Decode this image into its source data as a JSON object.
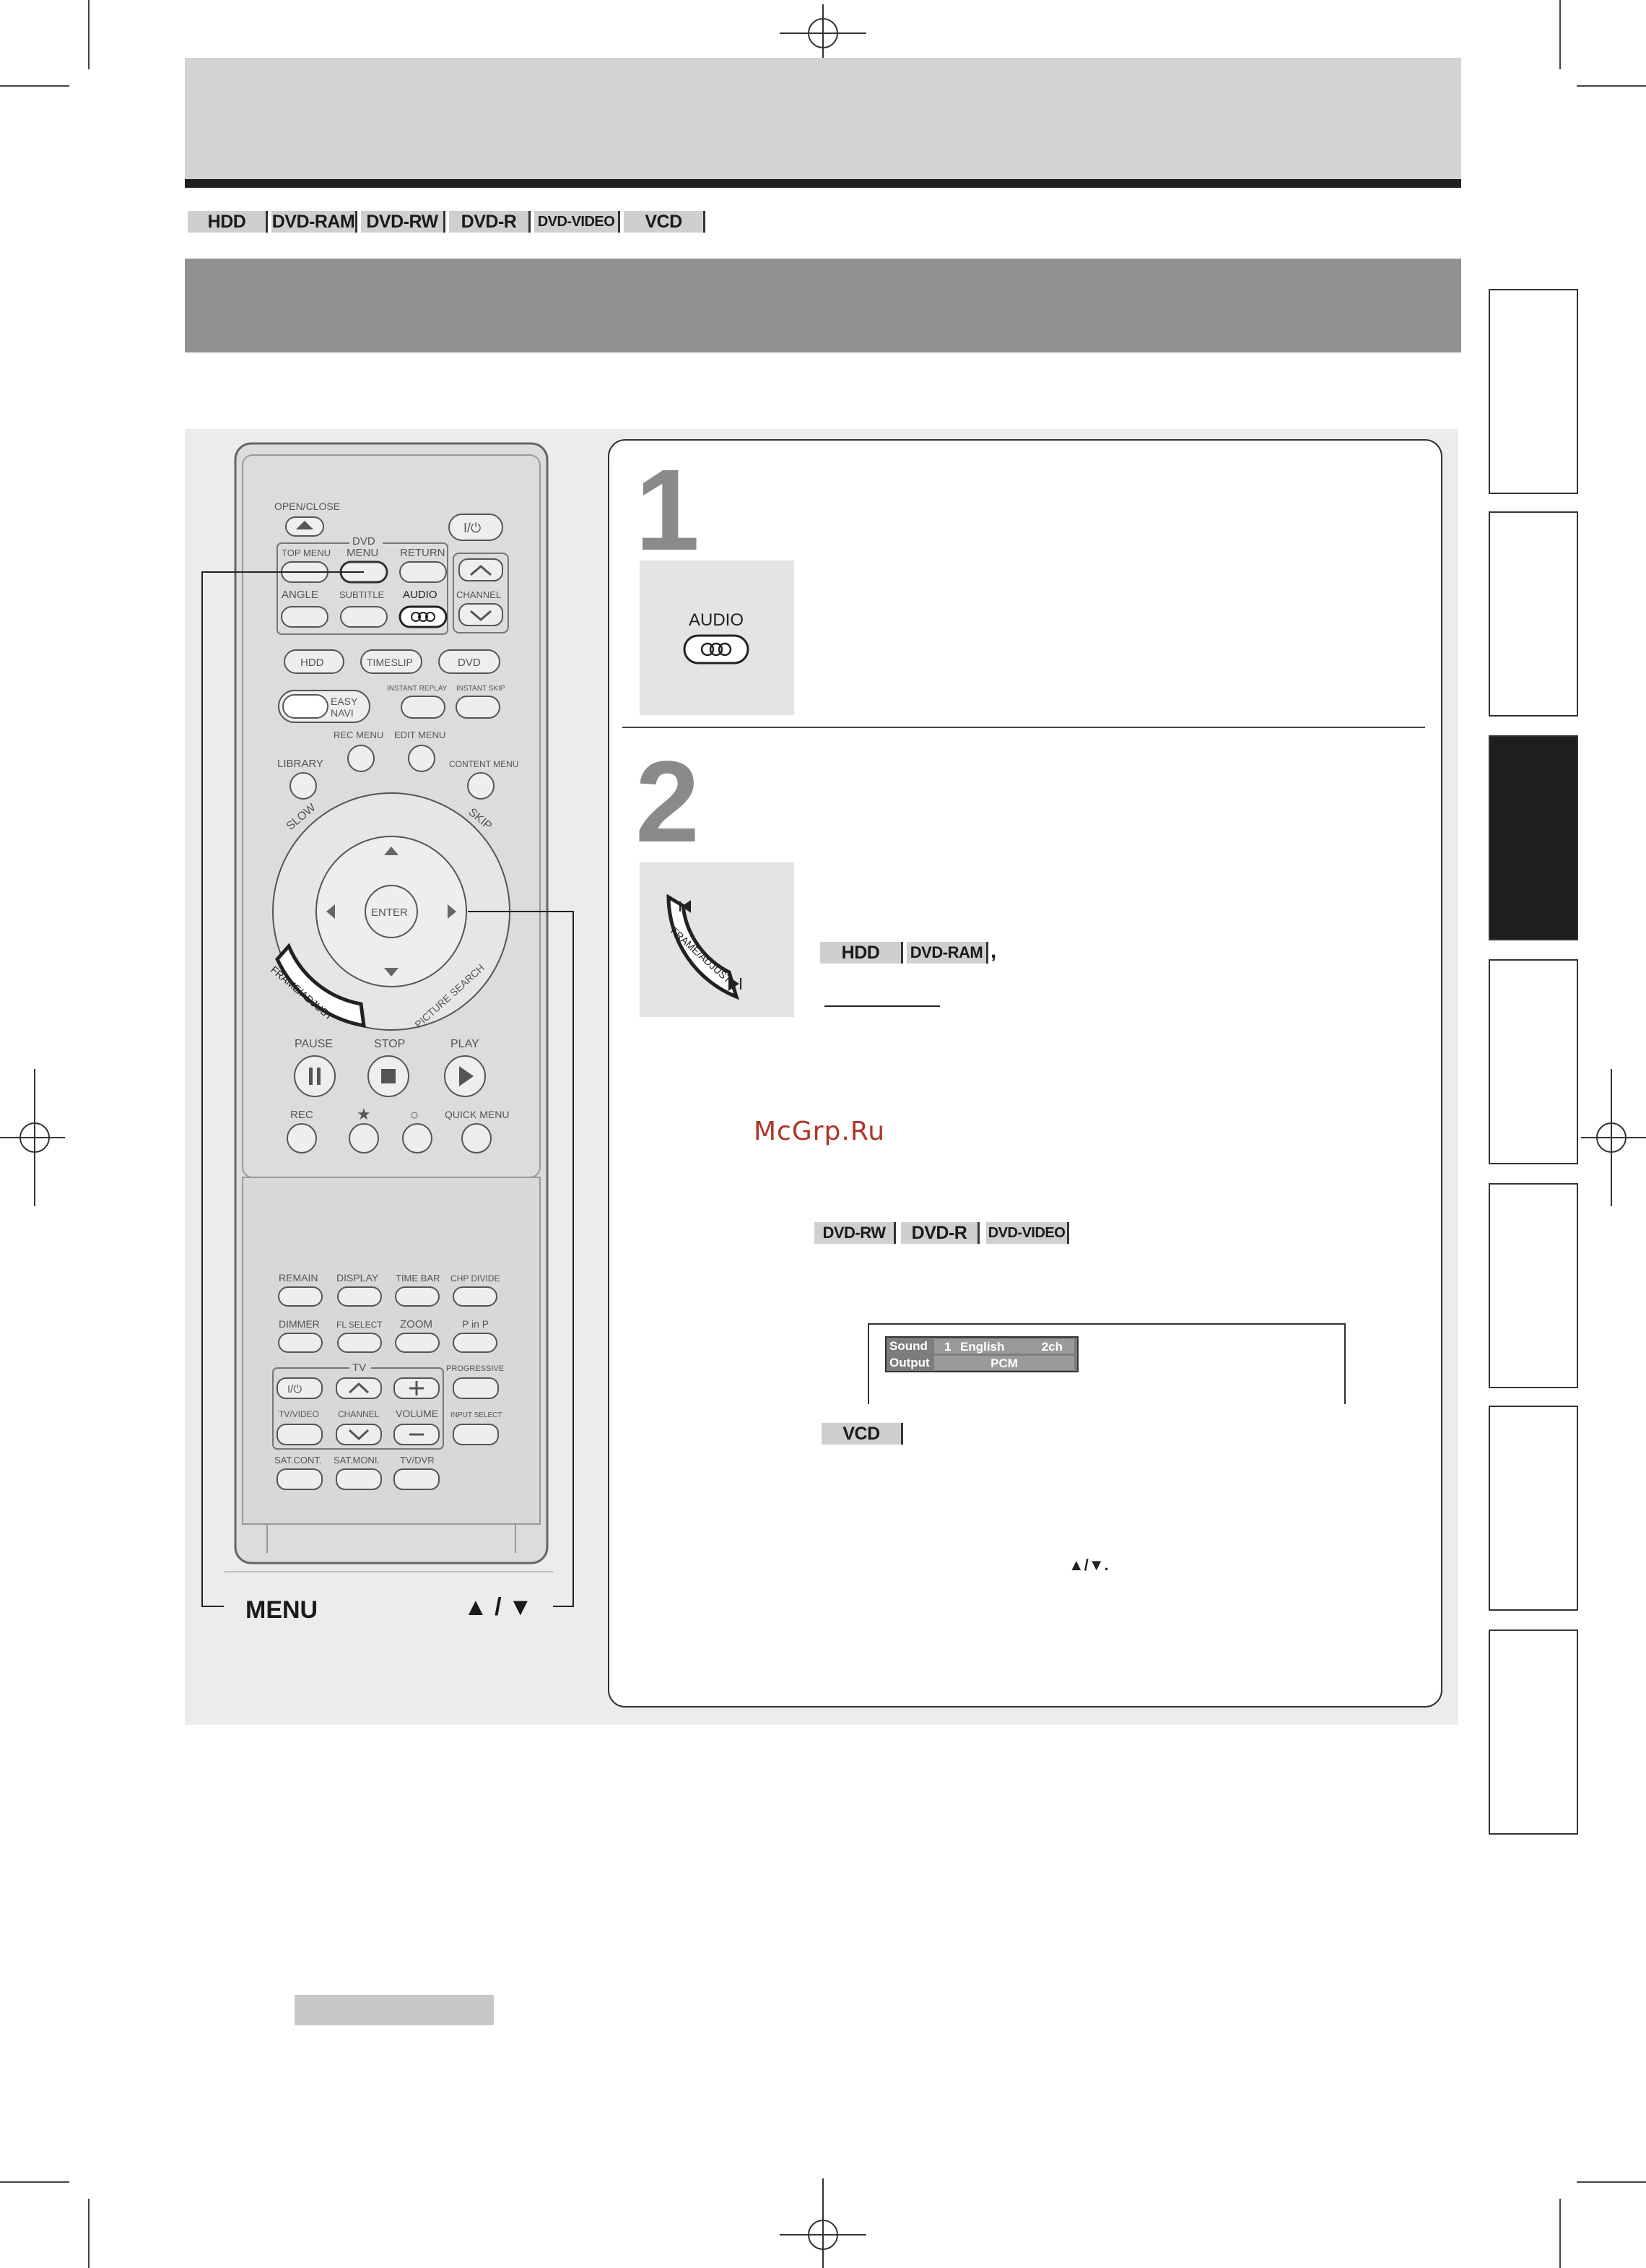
{
  "disc_tags": {
    "hdd": "HDD",
    "dvd_ram": "DVD-RAM",
    "dvd_rw": "DVD-RW",
    "dvd_r": "DVD-R",
    "dvd_video": "DVD-VIDEO",
    "vcd": "VCD"
  },
  "steps": {
    "step1_number": "1",
    "step2_number": "2"
  },
  "step1_icon": {
    "label": "AUDIO"
  },
  "step2_icon": {
    "label": "FRAME/ADJUST"
  },
  "step2_tags": {
    "hdd": "HDD",
    "dvd_ram": "DVD-RAM",
    "comma": ",",
    "dvd_rw": "DVD-RW",
    "dvd_r": "DVD-R",
    "dvd_video": "DVD-VIDEO",
    "vcd": "VCD"
  },
  "watermark": "McGrp.Ru",
  "osd": {
    "sound_label": "Sound",
    "output_label": "Output",
    "sound_track": "1",
    "sound_language": "English",
    "sound_channels": "2ch",
    "output_value": "PCM"
  },
  "arrows_note": "▲/▼.",
  "remote_callouts": {
    "menu": "MENU",
    "up_down": "▲ / ▼"
  },
  "remote": {
    "open_close": "OPEN/CLOSE",
    "power": "I/⏻",
    "dvd_group": "DVD",
    "top_menu": "TOP MENU",
    "menu": "MENU",
    "return": "RETURN",
    "angle": "ANGLE",
    "subtitle": "SUBTITLE",
    "audio": "AUDIO",
    "channel": "CHANNEL",
    "hdd": "HDD",
    "timeslip": "TIMESLIP",
    "dvd": "DVD",
    "instant_replay": "INSTANT REPLAY",
    "instant_skip": "INSTANT SKIP",
    "easy_navi_1": "EASY",
    "easy_navi_2": "NAVI",
    "rec_menu": "REC MENU",
    "edit_menu": "EDIT MENU",
    "library": "LIBRARY",
    "content_menu": "CONTENT MENU",
    "slow": "SLOW",
    "skip": "SKIP",
    "enter": "ENTER",
    "frame_adjust": "FRAME/ADJUST",
    "picture_search": "PICTURE SEARCH",
    "pause": "PAUSE",
    "stop": "STOP",
    "play": "PLAY",
    "rec": "REC",
    "star": "★",
    "circle": "○",
    "quick_menu": "QUICK MENU",
    "remain": "REMAIN",
    "display": "DISPLAY",
    "time_bar": "TIME BAR",
    "chp_divide": "CHP DIVIDE",
    "dimmer": "DIMMER",
    "fl_select": "FL SELECT",
    "zoom": "ZOOM",
    "p_in_p": "P in P",
    "tv": "TV",
    "progressive": "PROGRESSIVE",
    "tv_power": "I/⏻",
    "tv_video": "TV/VIDEO",
    "tv_channel": "CHANNEL",
    "volume": "VOLUME",
    "input_select": "INPUT SELECT",
    "sat_cont": "SAT.CONT.",
    "sat_moni": "SAT.MONI.",
    "tv_dvr": "TV/DVR"
  },
  "colors": {
    "header_band": "#d3d3d3",
    "section_band": "#919191",
    "step_number": "#8a8a8a",
    "active_tab": "#1e1e1e",
    "watermark": "#b1332a"
  }
}
